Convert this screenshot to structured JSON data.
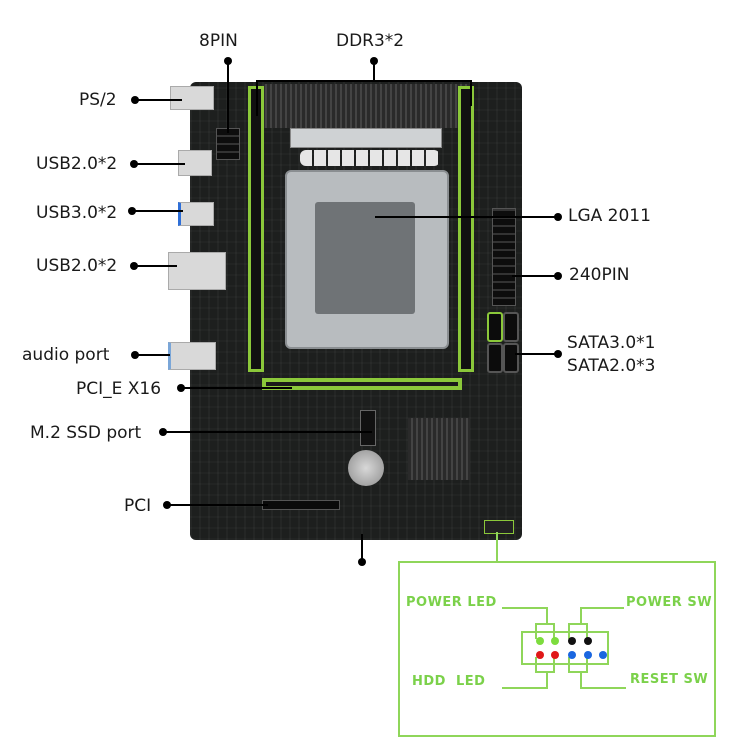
{
  "labels": {
    "eight_pin": "8PIN",
    "ddr3": "DDR3*2",
    "ps2": "PS/2",
    "usb20_top": "USB2.0*2",
    "usb30": "USB3.0*2",
    "usb20_bottom": "USB2.0*2",
    "audio": "audio port",
    "pcie": "PCI_E X16",
    "m2": "M.2 SSD port",
    "pci": "PCI",
    "lga": "LGA 2011",
    "pin240": "240PIN",
    "sata_line1": "SATA3.0*1",
    "sata_line2": "SATA2.0*3"
  },
  "front_panel": {
    "power_led": "POWER LED",
    "power_sw": "POWER SW",
    "hdd_led": "HDD  LED",
    "reset_sw": "RESET SW",
    "pins_top": [
      "green",
      "green",
      "black",
      "black"
    ],
    "pins_bottom": [
      "red",
      "red",
      "blue",
      "blue",
      "blue"
    ]
  },
  "colors": {
    "accent_green": "#8fd65a",
    "pin_green": "#7ddc3e",
    "pin_black": "#111111",
    "pin_red": "#e01818",
    "pin_blue": "#1a66e0"
  }
}
